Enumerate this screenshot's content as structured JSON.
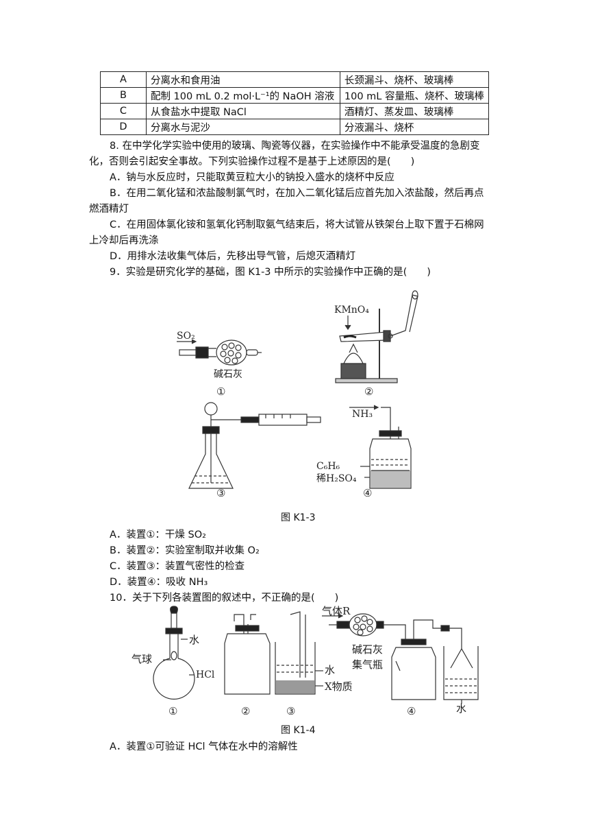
{
  "table": {
    "rows": [
      {
        "label": "A",
        "purpose": "分离水和食用油",
        "equipment": "长颈漏斗、烧杯、玻璃棒"
      },
      {
        "label": "B",
        "purpose": "配制 100 mL 0.2 mol·L⁻¹的 NaOH 溶液",
        "equipment": "100 mL 容量瓶、烧杯、玻璃棒"
      },
      {
        "label": "C",
        "purpose": "从食盐水中提取 NaCl",
        "equipment": "酒精灯、蒸发皿、玻璃棒"
      },
      {
        "label": "D",
        "purpose": "分离水与泥沙",
        "equipment": "分液漏斗、烧杯"
      }
    ]
  },
  "q8": {
    "stem1": "8. 在中学化学实验中使用的玻璃、陶瓷等仪器，在实验操作中不能承受温度的急剧变",
    "stem2": "化，否则会引起安全事故。下列实验操作过程不是基于上述原因的是(　　)",
    "a": "A．钠与水反应时，只能取黄豆粒大小的钠投入盛水的烧杯中反应",
    "b1": "B．在用二氧化锰和浓盐酸制氯气时，在加入二氧化锰后应首先加入浓盐酸，然后再点",
    "b2": "燃酒精灯",
    "c1": "C．在用固体氯化铵和氢氧化钙制取氨气结束后，将大试管从铁架台上取下置于石棉网",
    "c2": "上冷却后再洗涤",
    "d": "D．用排水法收集气体后，先移出导气管，后熄灭酒精灯"
  },
  "q9": {
    "stem": "9．实验是研究化学的基础，图 K1-3 中所示的实验操作中正确的是(　　)",
    "figure": {
      "caption": "图 K1-3",
      "labels": {
        "so2": "SO₂",
        "lime": "碱石灰",
        "kmno4": "KMnO₄",
        "nh3": "NH₃",
        "c6h6": "C₆H₆",
        "h2so4": "稀H₂SO₄",
        "n1": "①",
        "n2": "②",
        "n3": "③",
        "n4": "④"
      }
    },
    "a": "A．装置①：干燥 SO₂",
    "b": "B．装置②：实验室制取并收集 O₂",
    "c": "C．装置③：装置气密性的检查",
    "d": "D．装置④：吸收 NH₃"
  },
  "q10": {
    "stem": "10．关于下列各装置图的叙述中，不正确的是(　　)",
    "figure": {
      "caption": "图 K1-4",
      "labels": {
        "water": "水",
        "balloon": "气球",
        "hcl": "HCl",
        "xsub": "X物质",
        "gasr": "气体R",
        "lime": "碱石灰",
        "bottle": "集气瓶",
        "n1": "①",
        "n2": "②",
        "n3": "③",
        "n4": "④"
      }
    },
    "a": "A．装置①可验证 HCl 气体在水中的溶解性"
  }
}
